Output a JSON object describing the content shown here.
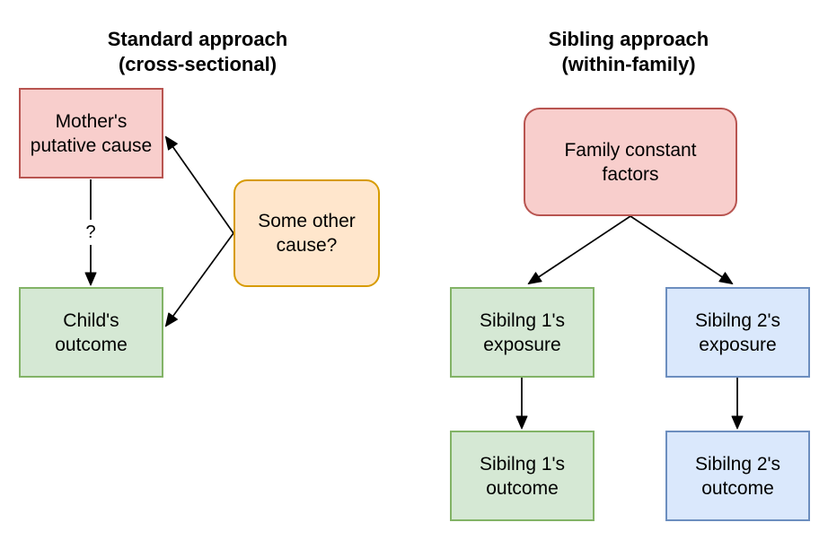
{
  "palette": {
    "background": "#ffffff",
    "text": "#000000",
    "arrow": "#000000",
    "red_fill": "#f8cecc",
    "red_border": "#b85450",
    "green_fill": "#d5e8d4",
    "green_border": "#82b366",
    "blue_fill": "#dae8fc",
    "blue_border": "#6c8ebf",
    "orange_fill": "#ffe6cc",
    "orange_border": "#d79b00"
  },
  "left_panel": {
    "title": "Standard approach\n(cross-sectional)",
    "nodes": {
      "mothers_cause": {
        "label": "Mother's\nputative cause",
        "fill": "#f8cecc",
        "border": "#b85450",
        "shape": "rectangle"
      },
      "childs_outcome": {
        "label": "Child's\noutcome",
        "fill": "#d5e8d4",
        "border": "#82b366",
        "shape": "rectangle"
      },
      "other_cause": {
        "label": "Some other\ncause?",
        "fill": "#ffe6cc",
        "border": "#d79b00",
        "shape": "rounded-rectangle"
      }
    },
    "edge_label": "?"
  },
  "right_panel": {
    "title": "Sibling approach\n(within-family)",
    "nodes": {
      "family_factors": {
        "label": "Family constant\nfactors",
        "fill": "#f8cecc",
        "border": "#b85450",
        "shape": "rounded-rectangle"
      },
      "sib1_exposure": {
        "label": "Sibilng 1's\nexposure",
        "fill": "#d5e8d4",
        "border": "#82b366",
        "shape": "rectangle"
      },
      "sib2_exposure": {
        "label": "Sibilng 2's\nexposure",
        "fill": "#dae8fc",
        "border": "#6c8ebf",
        "shape": "rectangle"
      },
      "sib1_outcome": {
        "label": "Sibilng 1's\noutcome",
        "fill": "#d5e8d4",
        "border": "#82b366",
        "shape": "rectangle"
      },
      "sib2_outcome": {
        "label": "Sibilng 2's\noutcome",
        "fill": "#dae8fc",
        "border": "#6c8ebf",
        "shape": "rectangle"
      }
    }
  },
  "edges": [
    {
      "from": "mothers-putative-cause",
      "to": "childs-outcome",
      "label": "?",
      "type": "arrow"
    },
    {
      "from": "some-other-cause",
      "to": "mothers-putative-cause",
      "label": "",
      "type": "arrow"
    },
    {
      "from": "some-other-cause",
      "to": "childs-outcome",
      "label": "",
      "type": "arrow"
    },
    {
      "from": "family-constant-factors",
      "to": "sibling1-exposure",
      "label": "",
      "type": "arrow"
    },
    {
      "from": "family-constant-factors",
      "to": "sibling2-exposure",
      "label": "",
      "type": "arrow"
    },
    {
      "from": "sibling1-exposure",
      "to": "sibling1-outcome",
      "label": "",
      "type": "arrow"
    },
    {
      "from": "sibling2-exposure",
      "to": "sibling2-outcome",
      "label": "",
      "type": "arrow"
    }
  ]
}
